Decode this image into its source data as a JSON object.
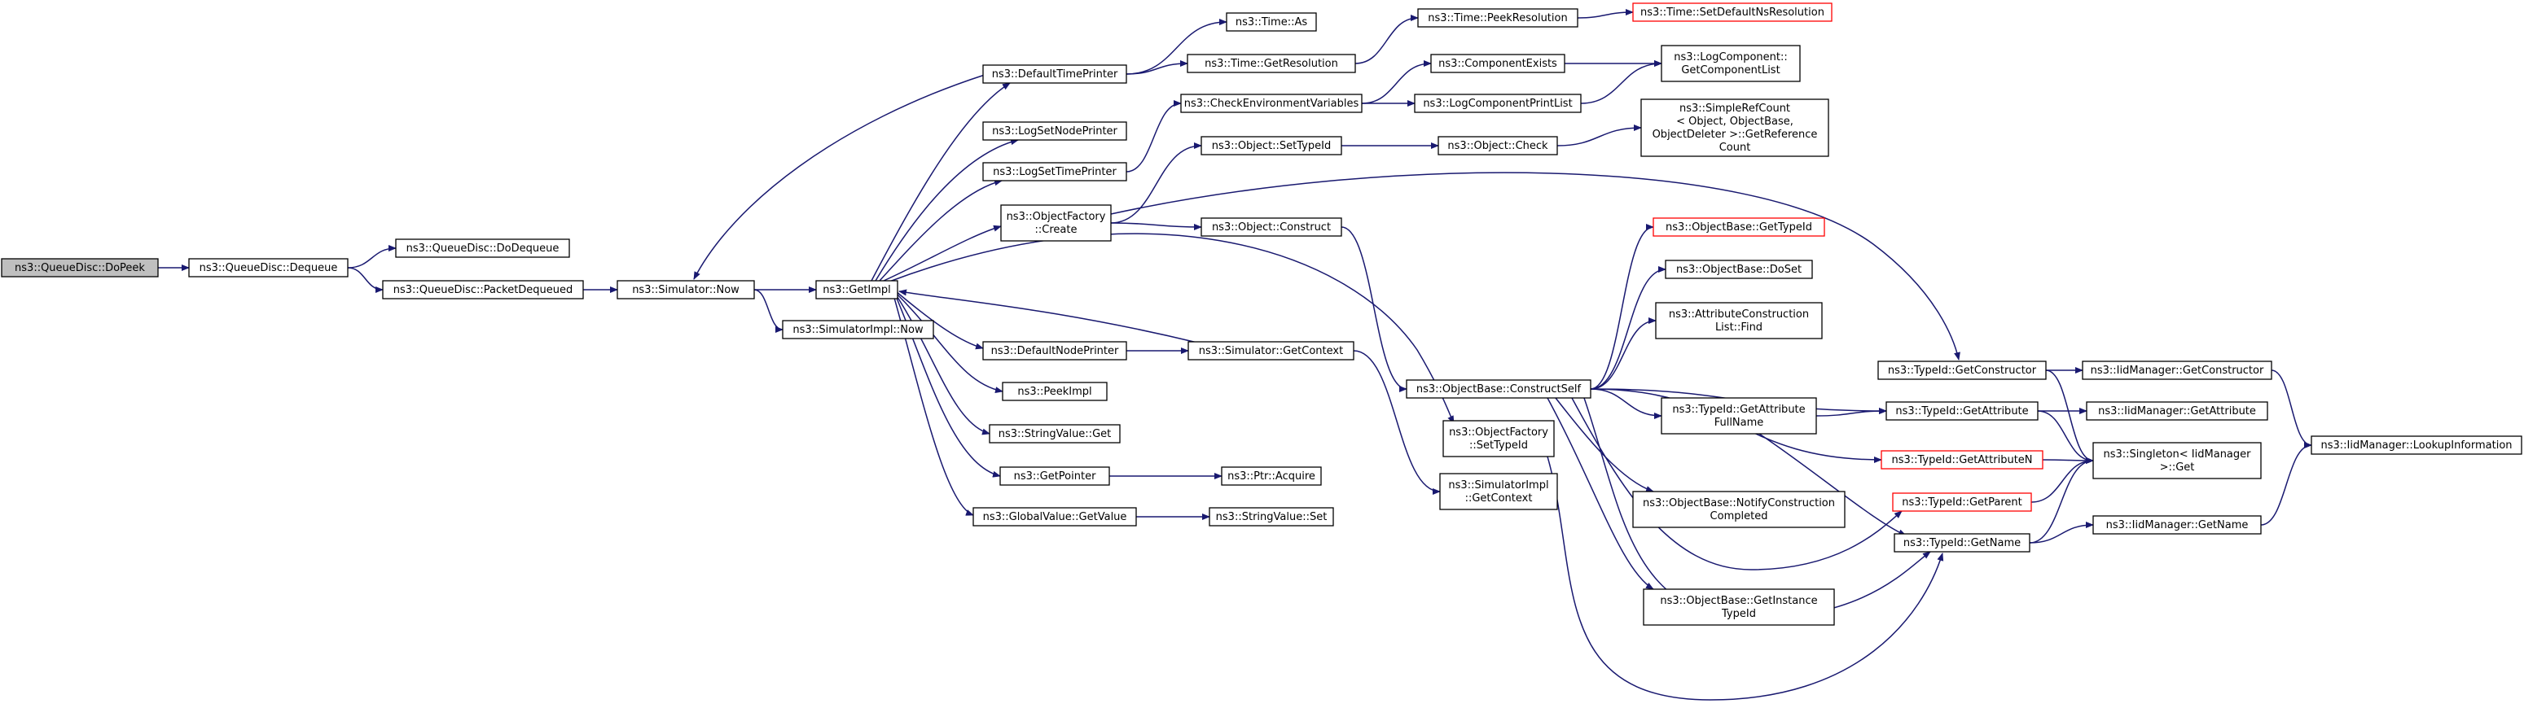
{
  "graph": {
    "title": "",
    "colors": {
      "edge": "#191970",
      "node_border": "#000000",
      "node_border_truncated": "#ff0000",
      "root_fill": "#bfbfbf",
      "node_fill": "#ffffff"
    },
    "nodes": [
      {
        "id": "dopeek",
        "lines": [
          "ns3::QueueDisc::DoPeek"
        ],
        "style": "root"
      },
      {
        "id": "dequeue",
        "lines": [
          "ns3::QueueDisc::Dequeue"
        ]
      },
      {
        "id": "dodequeue",
        "lines": [
          "ns3::QueueDisc::DoDequeue"
        ]
      },
      {
        "id": "packetdequeued",
        "lines": [
          "ns3::QueueDisc::PacketDequeued"
        ]
      },
      {
        "id": "simnow",
        "lines": [
          "ns3::Simulator::Now"
        ]
      },
      {
        "id": "getimpl",
        "lines": [
          "ns3::GetImpl"
        ]
      },
      {
        "id": "simimplnow",
        "lines": [
          "ns3::SimulatorImpl::Now"
        ]
      },
      {
        "id": "defaulttimeprinter",
        "lines": [
          "ns3::DefaultTimePrinter"
        ]
      },
      {
        "id": "logsetnodeprinter",
        "lines": [
          "ns3::LogSetNodePrinter"
        ]
      },
      {
        "id": "logsettimeprinter",
        "lines": [
          "ns3::LogSetTimePrinter"
        ]
      },
      {
        "id": "objfactorycreate",
        "lines": [
          "ns3::ObjectFactory",
          "::Create"
        ]
      },
      {
        "id": "defaultnodeprinter",
        "lines": [
          "ns3::DefaultNodePrinter"
        ]
      },
      {
        "id": "peekimpl",
        "lines": [
          "ns3::PeekImpl"
        ]
      },
      {
        "id": "stringvalueget",
        "lines": [
          "ns3::StringValue::Get"
        ]
      },
      {
        "id": "getpointer",
        "lines": [
          "ns3::GetPointer"
        ]
      },
      {
        "id": "globalvalueget",
        "lines": [
          "ns3::GlobalValue::GetValue"
        ]
      },
      {
        "id": "timeas",
        "lines": [
          "ns3::Time::As"
        ]
      },
      {
        "id": "timegetres",
        "lines": [
          "ns3::Time::GetResolution"
        ]
      },
      {
        "id": "checkenv",
        "lines": [
          "ns3::CheckEnvironmentVariables"
        ]
      },
      {
        "id": "objsettypeid",
        "lines": [
          "ns3::Object::SetTypeId"
        ]
      },
      {
        "id": "objconstruct",
        "lines": [
          "ns3::Object::Construct"
        ]
      },
      {
        "id": "simgetcontext",
        "lines": [
          "ns3::Simulator::GetContext"
        ]
      },
      {
        "id": "ptracquire",
        "lines": [
          "ns3::Ptr::Acquire"
        ]
      },
      {
        "id": "stringvalueset",
        "lines": [
          "ns3::StringValue::Set"
        ]
      },
      {
        "id": "timepeekres",
        "lines": [
          "ns3::Time::PeekResolution"
        ]
      },
      {
        "id": "componentexists",
        "lines": [
          "ns3::ComponentExists"
        ]
      },
      {
        "id": "logcomponentprintlist",
        "lines": [
          "ns3::LogComponentPrintList"
        ]
      },
      {
        "id": "objcheck",
        "lines": [
          "ns3::Object::Check"
        ]
      },
      {
        "id": "objbaseconstructself",
        "lines": [
          "ns3::ObjectBase::ConstructSelf"
        ]
      },
      {
        "id": "objfactorysettypeid",
        "lines": [
          "ns3::ObjectFactory",
          "::SetTypeId"
        ]
      },
      {
        "id": "simimplgetcontext",
        "lines": [
          "ns3::SimulatorImpl",
          "::GetContext"
        ]
      },
      {
        "id": "timesetdefaultns",
        "lines": [
          "ns3::Time::SetDefaultNsResolution"
        ],
        "style": "truncated"
      },
      {
        "id": "logcompgetlist",
        "lines": [
          "ns3::LogComponent::",
          "GetComponentList"
        ]
      },
      {
        "id": "simplerefcount",
        "lines": [
          "ns3::SimpleRefCount",
          "< Object, ObjectBase,",
          " ObjectDeleter >::GetReference",
          "Count"
        ]
      },
      {
        "id": "objbasegettypeid",
        "lines": [
          "ns3::ObjectBase::GetTypeId"
        ],
        "style": "truncated"
      },
      {
        "id": "objbasedoset",
        "lines": [
          "ns3::ObjectBase::DoSet"
        ]
      },
      {
        "id": "attrconstructionfind",
        "lines": [
          "ns3::AttributeConstruction",
          "List::Find"
        ]
      },
      {
        "id": "typeidgetattrfullname",
        "lines": [
          "ns3::TypeId::GetAttribute",
          "FullName"
        ]
      },
      {
        "id": "objbasenotifyconstruction",
        "lines": [
          "ns3::ObjectBase::NotifyConstruction",
          "Completed"
        ]
      },
      {
        "id": "objbasegetinstancetypeid",
        "lines": [
          "ns3::ObjectBase::GetInstance",
          "TypeId"
        ]
      },
      {
        "id": "typeidgetconstructor",
        "lines": [
          "ns3::TypeId::GetConstructor"
        ]
      },
      {
        "id": "typeidgetattribute",
        "lines": [
          "ns3::TypeId::GetAttribute"
        ]
      },
      {
        "id": "typeidgetattributen",
        "lines": [
          "ns3::TypeId::GetAttributeN"
        ],
        "style": "truncated"
      },
      {
        "id": "typeidgetparent",
        "lines": [
          "ns3::TypeId::GetParent"
        ],
        "style": "truncated"
      },
      {
        "id": "typeidgetname",
        "lines": [
          "ns3::TypeId::GetName"
        ]
      },
      {
        "id": "iidgetconstructor",
        "lines": [
          "ns3::IidManager::GetConstructor"
        ]
      },
      {
        "id": "iidgetattribute",
        "lines": [
          "ns3::IidManager::GetAttribute"
        ]
      },
      {
        "id": "singletonget",
        "lines": [
          "ns3::Singleton< IidManager",
          " >::Get"
        ]
      },
      {
        "id": "iidgetname",
        "lines": [
          "ns3::IidManager::GetName"
        ]
      },
      {
        "id": "iidlookup",
        "lines": [
          "ns3::IidManager::LookupInformation"
        ]
      }
    ],
    "edges": [
      [
        "dopeek",
        "dequeue"
      ],
      [
        "dequeue",
        "dodequeue"
      ],
      [
        "dequeue",
        "packetdequeued"
      ],
      [
        "packetdequeued",
        "simnow"
      ],
      [
        "simnow",
        "getimpl"
      ],
      [
        "simnow",
        "simimplnow"
      ],
      [
        "getimpl",
        "defaulttimeprinter"
      ],
      [
        "getimpl",
        "logsetnodeprinter"
      ],
      [
        "getimpl",
        "logsettimeprinter"
      ],
      [
        "getimpl",
        "objfactorycreate"
      ],
      [
        "getimpl",
        "objfactorysettypeid"
      ],
      [
        "getimpl",
        "defaultnodeprinter"
      ],
      [
        "getimpl",
        "peekimpl"
      ],
      [
        "getimpl",
        "stringvalueget"
      ],
      [
        "getimpl",
        "getpointer"
      ],
      [
        "getimpl",
        "globalvalueget"
      ],
      [
        "defaulttimeprinter",
        "simnow"
      ],
      [
        "defaulttimeprinter",
        "timeas"
      ],
      [
        "defaulttimeprinter",
        "timegetres"
      ],
      [
        "timegetres",
        "timepeekres"
      ],
      [
        "timepeekres",
        "timesetdefaultns"
      ],
      [
        "logsettimeprinter",
        "checkenv"
      ],
      [
        "checkenv",
        "componentexists"
      ],
      [
        "checkenv",
        "logcomponentprintlist"
      ],
      [
        "componentexists",
        "logcompgetlist"
      ],
      [
        "logcomponentprintlist",
        "logcompgetlist"
      ],
      [
        "objfactorycreate",
        "objsettypeid"
      ],
      [
        "objfactorycreate",
        "objconstruct"
      ],
      [
        "objfactorycreate",
        "typeidgetconstructor"
      ],
      [
        "objsettypeid",
        "objcheck"
      ],
      [
        "objcheck",
        "simplerefcount"
      ],
      [
        "objconstruct",
        "objbaseconstructself"
      ],
      [
        "defaultnodeprinter",
        "simgetcontext"
      ],
      [
        "simgetcontext",
        "getimpl"
      ],
      [
        "simgetcontext",
        "simimplgetcontext"
      ],
      [
        "getpointer",
        "ptracquire"
      ],
      [
        "globalvalueget",
        "stringvalueset"
      ],
      [
        "objbaseconstructself",
        "objbasegettypeid"
      ],
      [
        "objbaseconstructself",
        "objbasedoset"
      ],
      [
        "objbaseconstructself",
        "attrconstructionfind"
      ],
      [
        "objbaseconstructself",
        "typeidgetattrfullname"
      ],
      [
        "objbaseconstructself",
        "objbasenotifyconstruction"
      ],
      [
        "objbaseconstructself",
        "objbasegetinstancetypeid"
      ],
      [
        "objbaseconstructself",
        "typeidgetattribute"
      ],
      [
        "objbaseconstructself",
        "typeidgetattributen"
      ],
      [
        "objbaseconstructself",
        "typeidgetparent"
      ],
      [
        "objbaseconstructself",
        "typeidgetname"
      ],
      [
        "objfactorysettypeid",
        "typeidgetname"
      ],
      [
        "typeidgetattrfullname",
        "typeidgetattribute"
      ],
      [
        "typeidgetattrfullname",
        "typeidgetname"
      ],
      [
        "typeidgetconstructor",
        "iidgetconstructor"
      ],
      [
        "typeidgetconstructor",
        "singletonget"
      ],
      [
        "typeidgetattribute",
        "iidgetattribute"
      ],
      [
        "typeidgetattribute",
        "singletonget"
      ],
      [
        "typeidgetattributen",
        "singletonget"
      ],
      [
        "typeidgetparent",
        "singletonget"
      ],
      [
        "typeidgetname",
        "singletonget"
      ],
      [
        "typeidgetname",
        "iidgetname"
      ],
      [
        "iidgetconstructor",
        "iidlookup"
      ],
      [
        "iidgetname",
        "iidlookup"
      ]
    ]
  }
}
